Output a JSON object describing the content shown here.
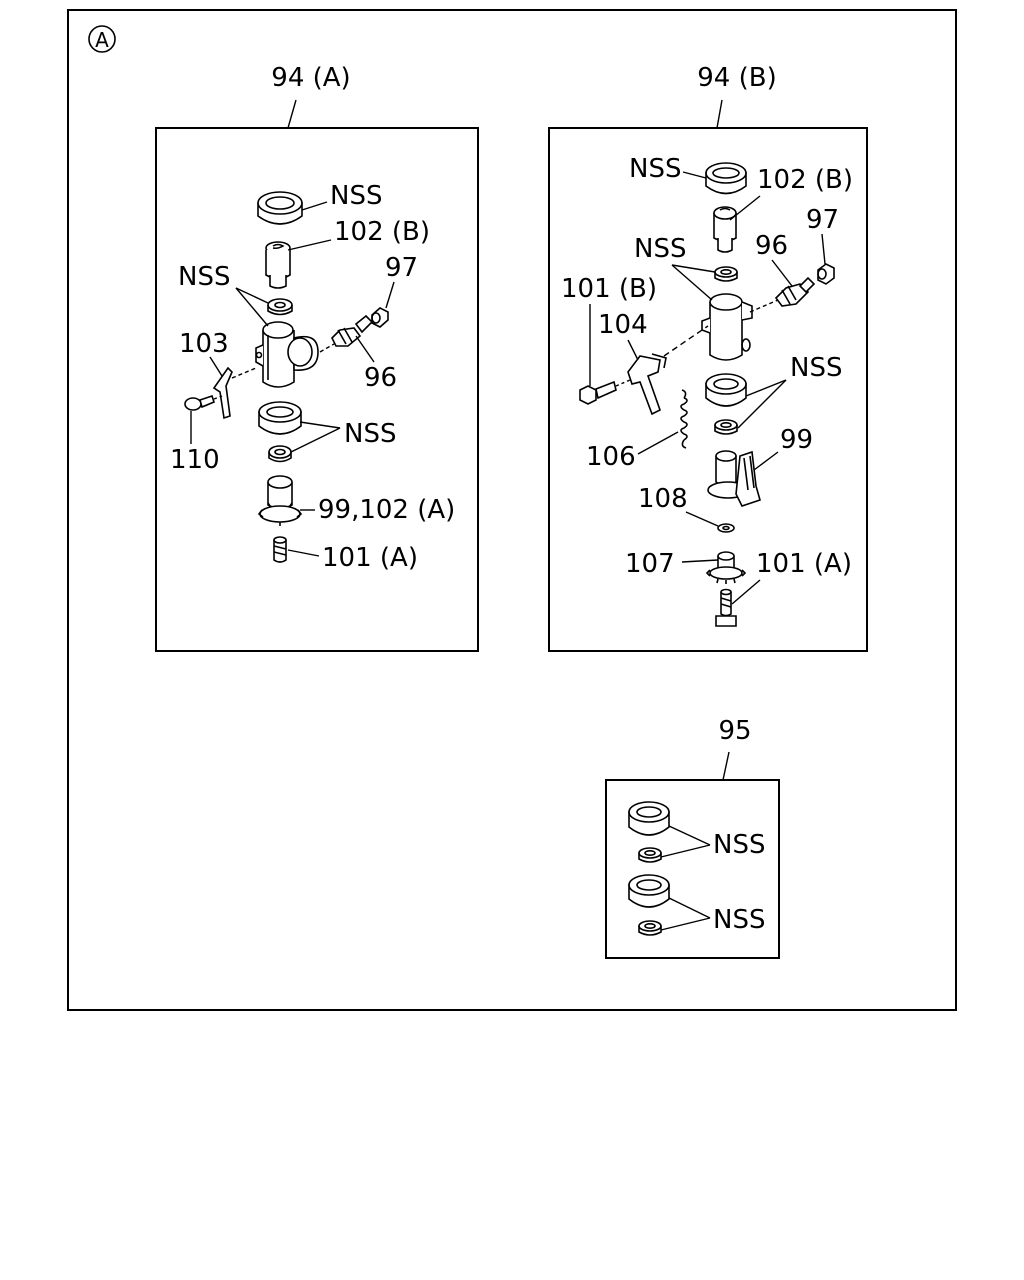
{
  "figure": {
    "view_marker": "A"
  },
  "assemblies": {
    "a": {
      "title": "94 (A)",
      "labels": {
        "nss_cap": "NSS",
        "l102b": "102 (B)",
        "nss_pair": "NSS",
        "l97": "97",
        "l103": "103",
        "l96": "96",
        "l110": "110",
        "nss_lower": "NSS",
        "l99_102a": "99,102 (A)",
        "l101a": "101 (A)"
      }
    },
    "b": {
      "title": "94 (B)",
      "labels": {
        "nss_cap": "NSS",
        "l102b": "102 (B)",
        "l97": "97",
        "nss_pair": "NSS",
        "l96": "96",
        "l101b": "101 (B)",
        "l104": "104",
        "nss_lower": "NSS",
        "l99": "99",
        "l106": "106",
        "l108": "108",
        "l107": "107",
        "l101a": "101 (A)"
      }
    },
    "kit": {
      "title": "95",
      "labels": {
        "nss_upper": "NSS",
        "nss_lower": "NSS"
      }
    }
  }
}
